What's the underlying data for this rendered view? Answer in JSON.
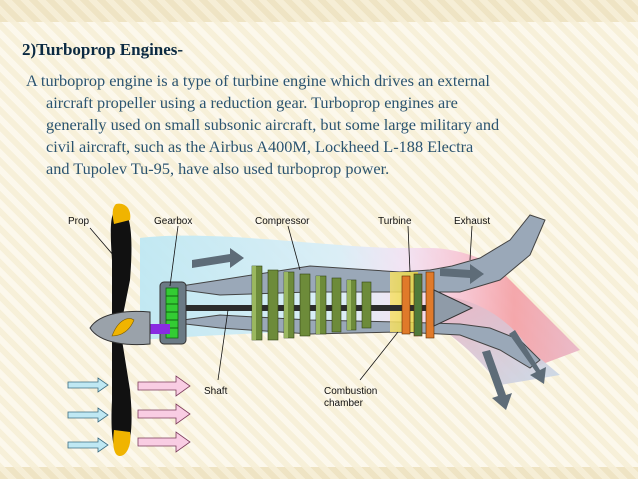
{
  "slide": {
    "heading": "2)Turboprop Engines-",
    "paragraph_lines": [
      "A turboprop engine is a type of turbine engine which drives an external",
      "aircraft propeller using a reduction gear. Turboprop engines are",
      "generally used on small subsonic aircraft, but some large military and",
      "civil aircraft, such as the Airbus A400M, Lockheed L-188 Electra",
      "and Tupolev Tu-95, have also used turboprop power."
    ]
  },
  "diagram": {
    "labels": {
      "prop": "Prop",
      "gearbox": "Gearbox",
      "compressor": "Compressor",
      "turbine": "Turbine",
      "exhaust": "Exhaust",
      "shaft": "Shaft",
      "combustion_line1": "Combustion",
      "combustion_line2": "chamber"
    },
    "colors": {
      "text_heading": "#0b2a42",
      "text_body": "#2b5470",
      "prop_blade": "#111111",
      "prop_tip": "#f0b400",
      "gearbox_green": "#33cc33",
      "compressor_green": "#6d8b3a",
      "turbine_orange": "#e07a2a",
      "shaft_purple": "#8a2be2"
    }
  }
}
